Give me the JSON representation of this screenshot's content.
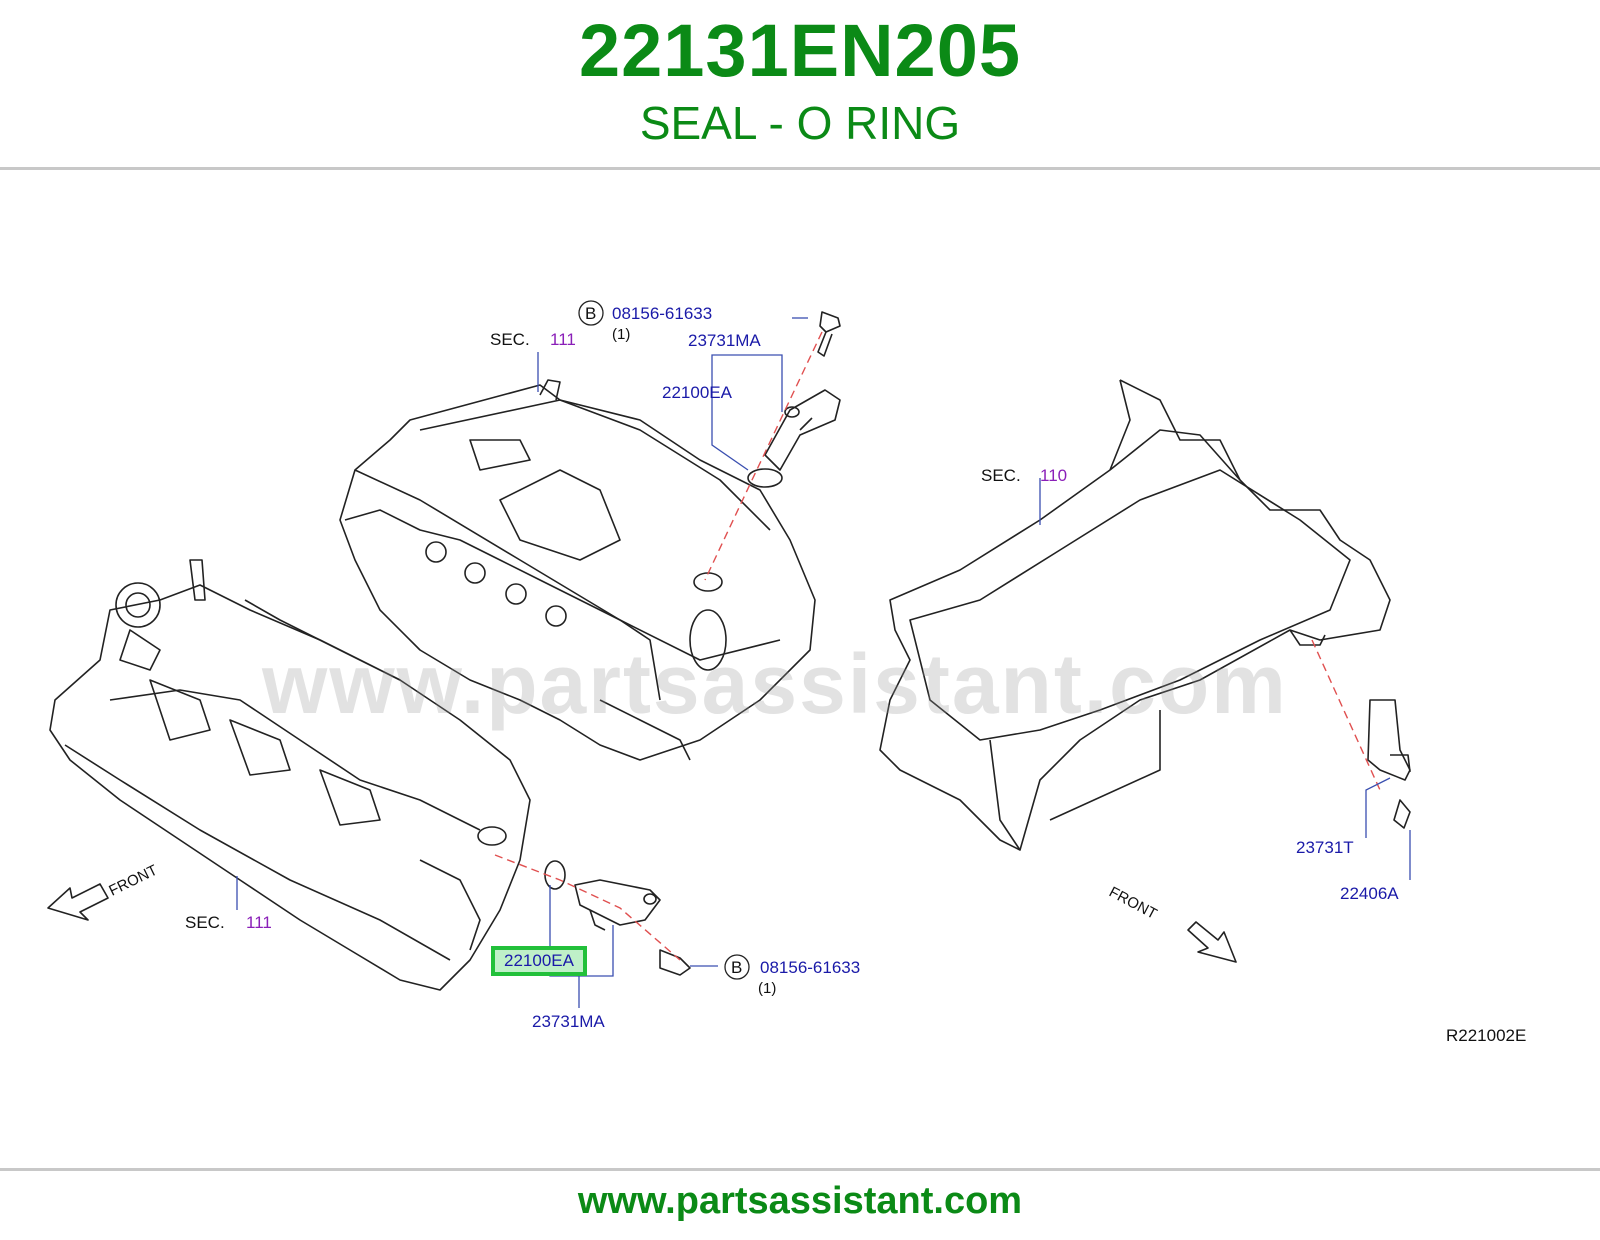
{
  "header": {
    "part_number": "22131EN205",
    "part_name": "SEAL - O RING"
  },
  "footer": {
    "url": "www.partsassistant.com"
  },
  "watermark": {
    "text": "www.partsassistant.com"
  },
  "colors": {
    "brand_green": "#0b8a16",
    "callout_blue": "#1a1aa8",
    "section_purple": "#8a1fb8",
    "highlight_border": "#22c03a",
    "highlight_fill": "#bff0c8",
    "dash_red": "#e05050"
  },
  "diagram": {
    "code": "R221002E",
    "labels": {
      "sec_prefix": "SEC.",
      "sec_111": "111",
      "sec_110": "110",
      "bolt_circle": "B",
      "bolt_part": "08156-61633",
      "qty": "(1)",
      "sensor_part": "23731MA",
      "oring_part": "22100EA",
      "crank_sensor_part": "23731T",
      "bolt_22406": "22406A",
      "front": "FRONT"
    },
    "highlighted_part": "22100EA"
  }
}
